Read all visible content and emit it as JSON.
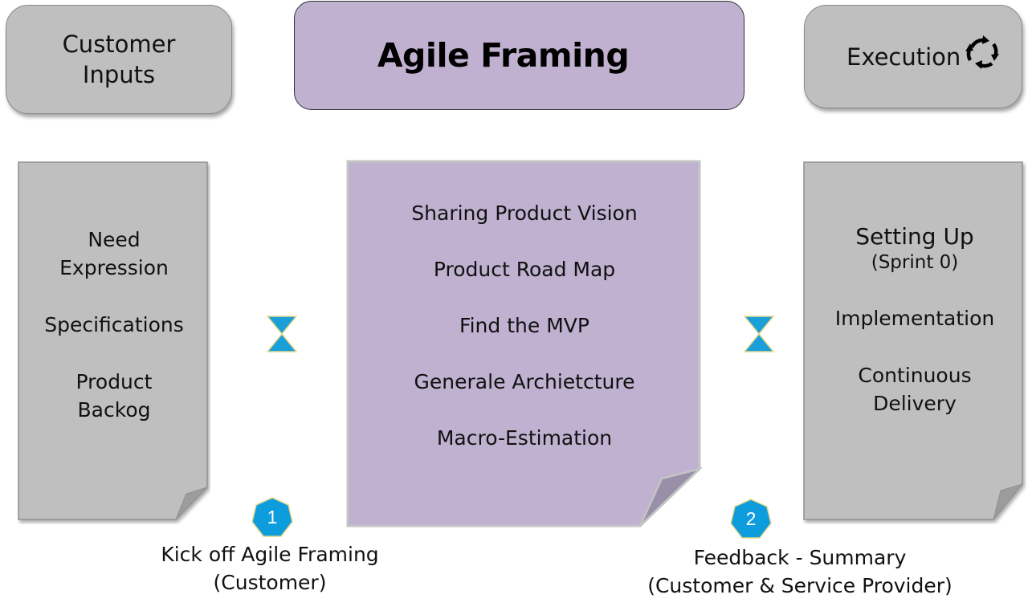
{
  "headers": {
    "left": {
      "line1": "Customer",
      "line2": "Inputs"
    },
    "center": {
      "title": "Agile Framing"
    },
    "right": {
      "title": "Execution",
      "icon": "cycle-arrows-icon"
    }
  },
  "panels": {
    "left": {
      "items": [
        "Need",
        "Expression",
        "Specifications",
        "Product",
        "Backog"
      ]
    },
    "center": {
      "items": [
        "Sharing Product Vision",
        "Product Road Map",
        "Find the MVP",
        "Generale Archietcture",
        "Macro-Estimation"
      ]
    },
    "right": {
      "items": [
        "Setting Up",
        "(Sprint 0)",
        "Implementation",
        "Continuous",
        "Delivery"
      ]
    }
  },
  "connectors": [
    {
      "icon": "hourglass-icon"
    },
    {
      "icon": "hourglass-icon"
    }
  ],
  "steps": [
    {
      "number": "1",
      "line1": "Kick off Agile Framing",
      "line2": "(Customer)"
    },
    {
      "number": "2",
      "line1": "Feedback - Summary",
      "line2": "(Customer & Service Provider)"
    }
  ],
  "colors": {
    "gray_fill": "#bfbfbf",
    "gray_fold": "#9c9c9c",
    "purple_fill": "#bfb1cf",
    "purple_fold": "#9a8fa8",
    "accent_blue": "#0e9ddc",
    "accent_outline": "#e6d98a"
  }
}
